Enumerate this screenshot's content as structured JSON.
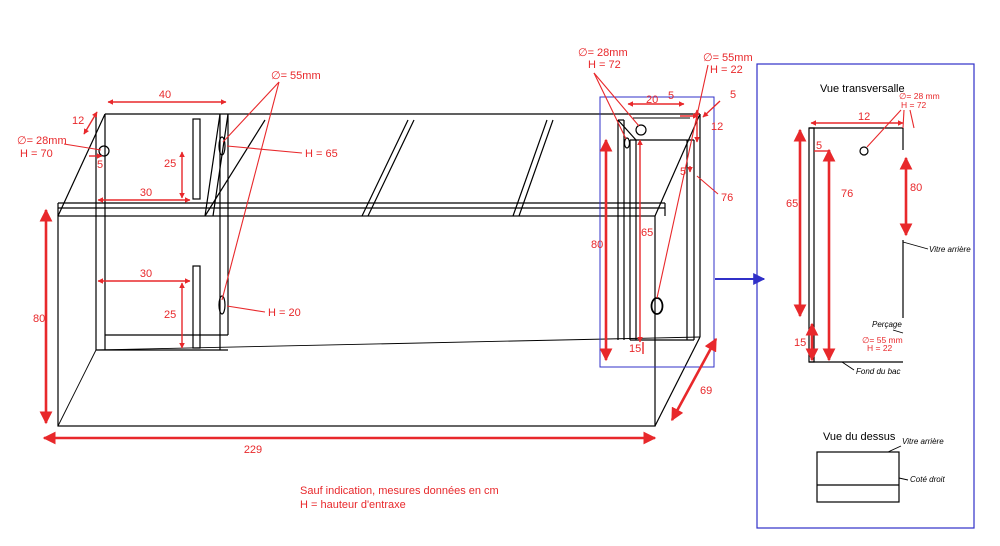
{
  "colors": {
    "dimension": "#e8282b",
    "frame": "#3030c8",
    "line": "#000000"
  },
  "main": {
    "dim_40": "40",
    "dim_12": "12",
    "dim_25_top": "25",
    "dim_30_top": "30",
    "dim_5_left": "5",
    "dim_30_bottom": "30",
    "dim_25_bottom": "25",
    "dim_80_left": "80",
    "dim_229": "229",
    "dim_69": "69",
    "dim_80_right": "80",
    "dim_65_right": "65",
    "dim_20": "20",
    "dim_5_top_a": "5",
    "dim_5_top_b": "5",
    "dim_12_right": "12",
    "dim_5_right": "5",
    "dim_76": "76",
    "dim_15": "15",
    "hole_28_left": {
      "diam": "∅= 28mm",
      "h": "H = 70"
    },
    "hole_55_center": {
      "diam": "∅= 55mm"
    },
    "h_65": "H = 65",
    "h_20": "H = 20",
    "hole_28_right": {
      "diam": "∅= 28mm",
      "h": "H = 72"
    },
    "hole_55_right": {
      "diam": "∅= 55mm",
      "h": "H = 22"
    }
  },
  "notes": {
    "line1": "Sauf indication, mesures données en cm",
    "line2": "H = hauteur d'entraxe"
  },
  "section_view": {
    "title": "Vue transversalle",
    "dim_12": "12",
    "dim_5": "5",
    "dim_65": "65",
    "dim_76": "76",
    "dim_80": "80",
    "dim_15": "15",
    "hole_28": {
      "diam": "∅= 28 mm",
      "h": "H = 72"
    },
    "hole_55": {
      "diam": "∅= 55 mm",
      "h": "H = 22"
    },
    "label_back_glass": "Vitre arrière",
    "label_drilling": "Perçage",
    "label_tank_bottom": "Fond du bac"
  },
  "top_view": {
    "title": "Vue du dessus",
    "label_back_glass": "Vitre arrière",
    "label_right_side": "Coté droit"
  }
}
